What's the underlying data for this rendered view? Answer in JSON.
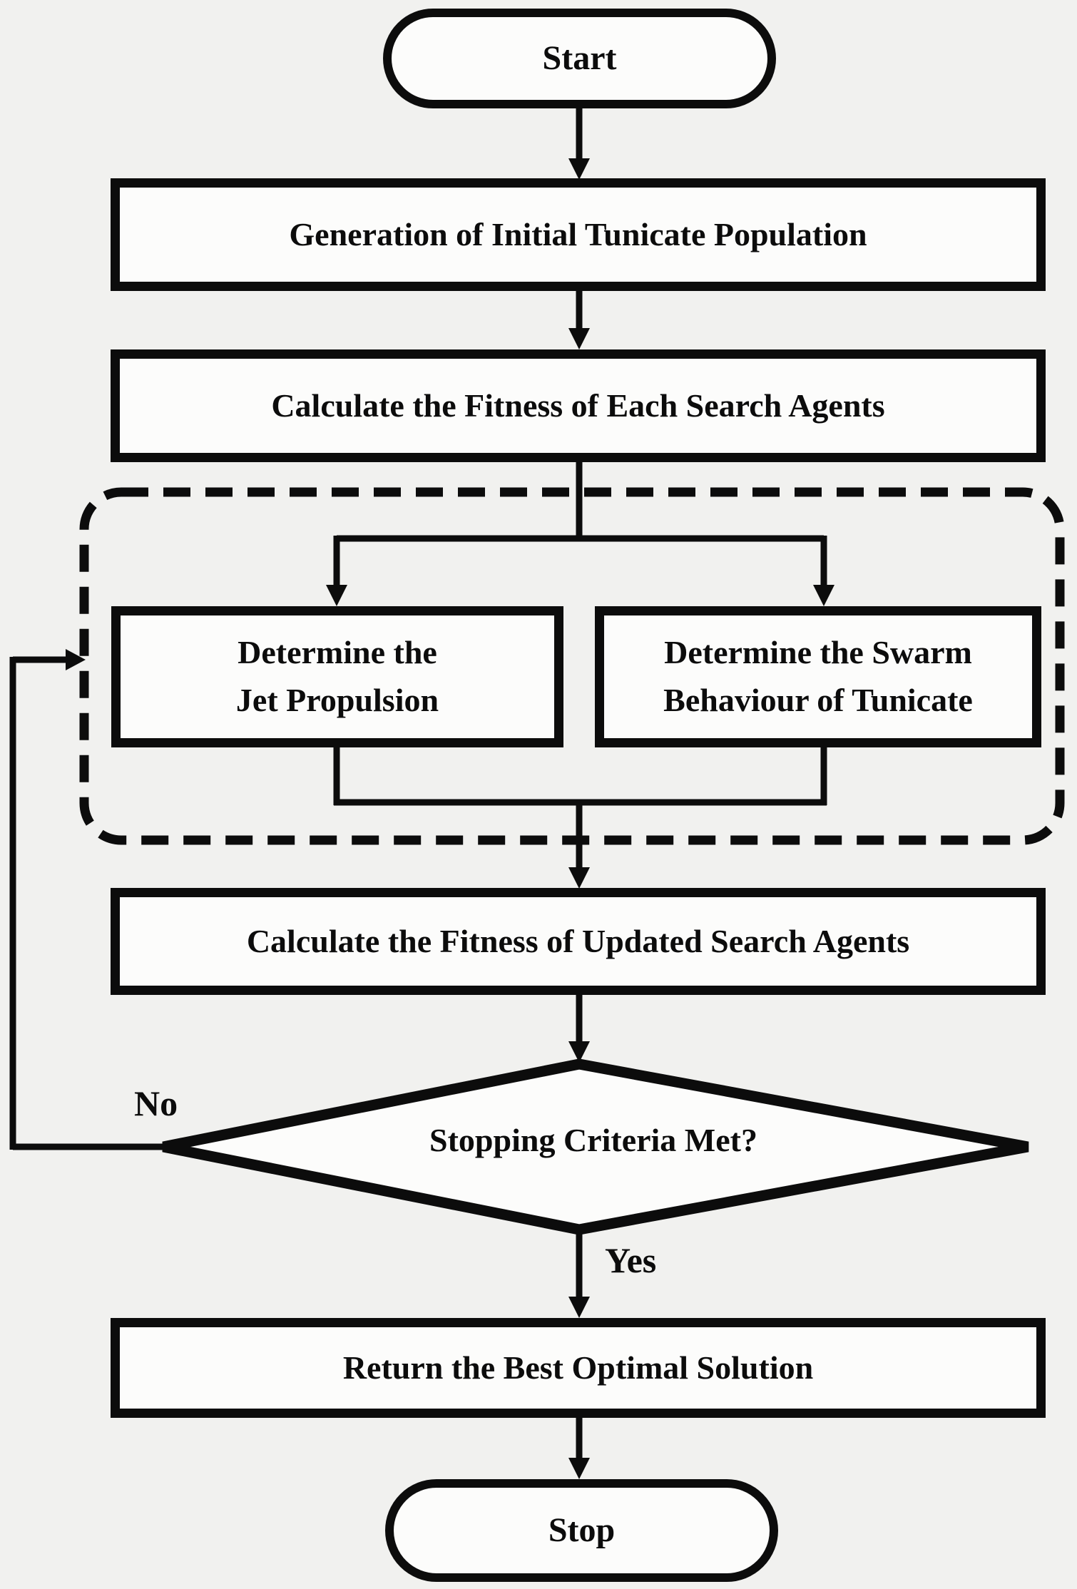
{
  "figure": {
    "kind": "flowchart",
    "colors": {
      "ink": "#0c0c0c",
      "background": "#f1f1ef",
      "node_fill": "#fcfcfb"
    }
  },
  "nodes": {
    "start": {
      "shape": "stadium",
      "label": "Start"
    },
    "generation": {
      "shape": "process",
      "label": "Generation of Initial Tunicate Population"
    },
    "fitness_each": {
      "shape": "process",
      "label": "Calculate the Fitness of Each Search Agents"
    },
    "jet_propulsion": {
      "shape": "process",
      "line1": "Determine the",
      "line2": "Jet Propulsion"
    },
    "swarm_behaviour": {
      "shape": "process",
      "line1": "Determine the Swarm",
      "line2": "Behaviour of Tunicate"
    },
    "fitness_updated": {
      "shape": "process",
      "label": "Calculate the Fitness of Updated Search Agents"
    },
    "stopping": {
      "shape": "decision",
      "label": "Stopping Criteria Met?"
    },
    "return_best": {
      "shape": "process",
      "label": "Return the Best Optimal Solution"
    },
    "stop": {
      "shape": "stadium",
      "label": "Stop"
    }
  },
  "groups": {
    "update_phase": {
      "style": "dashed-rounded-rect",
      "contains": [
        "jet_propulsion",
        "swarm_behaviour"
      ]
    }
  },
  "edges": {
    "no_label": "No",
    "yes_label": "Yes",
    "list": [
      {
        "from": "start",
        "to": "generation"
      },
      {
        "from": "generation",
        "to": "fitness_each"
      },
      {
        "from": "fitness_each",
        "to": "jet_propulsion"
      },
      {
        "from": "fitness_each",
        "to": "swarm_behaviour"
      },
      {
        "from": "jet_propulsion",
        "to": "fitness_updated"
      },
      {
        "from": "swarm_behaviour",
        "to": "fitness_updated"
      },
      {
        "from": "fitness_updated",
        "to": "stopping"
      },
      {
        "from": "stopping",
        "to": "return_best",
        "label": "Yes"
      },
      {
        "from": "stopping",
        "to": "jet_propulsion",
        "label": "No"
      },
      {
        "from": "return_best",
        "to": "stop"
      }
    ]
  }
}
